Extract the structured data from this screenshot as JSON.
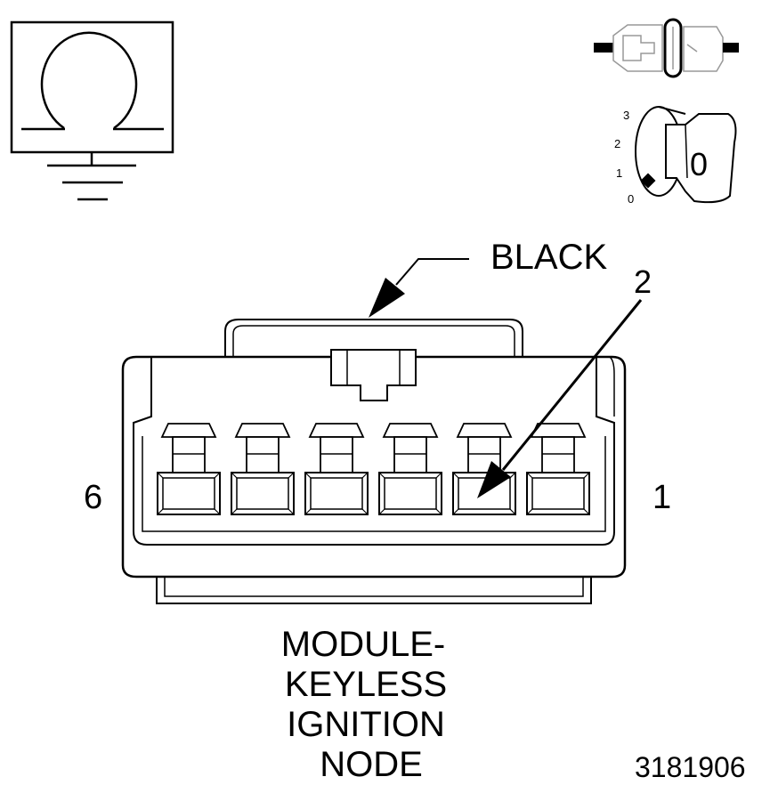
{
  "connector": {
    "color_label": "BLACK",
    "pin_callout": "2",
    "left_pin_number": "6",
    "right_pin_number": "1",
    "cavity_count": 6
  },
  "ignition_switch": {
    "positions": [
      "3",
      "2",
      "1",
      "0"
    ],
    "key_position": "0"
  },
  "title": {
    "lines": [
      "MODULE-",
      "KEYLESS",
      "IGNITION",
      "NODE"
    ]
  },
  "figure_id": "3181906",
  "icons": {
    "meter": "ohmmeter-icon",
    "ground": "ground-icon",
    "connector": "connector-icon",
    "switch": "ignition-key-icon"
  }
}
